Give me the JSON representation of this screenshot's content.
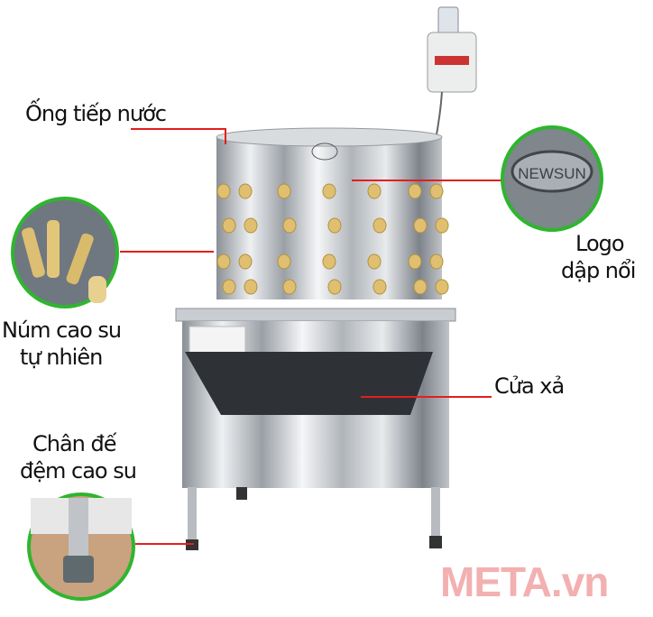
{
  "labels": {
    "water_pipe": "Ống tiếp nước",
    "logo_line1": "Logo",
    "logo_line2": "dập nổi",
    "rubber_fingers_line1": "Núm cao su",
    "rubber_fingers_line2": "tự nhiên",
    "outlet": "Cửa xả",
    "feet_line1": "Chân đế",
    "feet_line2": "đệm cao su"
  },
  "logo_text": "NEWSUN",
  "watermark": "META.vn",
  "colors": {
    "callout_line": "#e41e1e",
    "circle_border": "#2fb52f",
    "fingers": "#e0c070",
    "steel": "#c8ccd0",
    "watermark": "#f2a3a3"
  }
}
